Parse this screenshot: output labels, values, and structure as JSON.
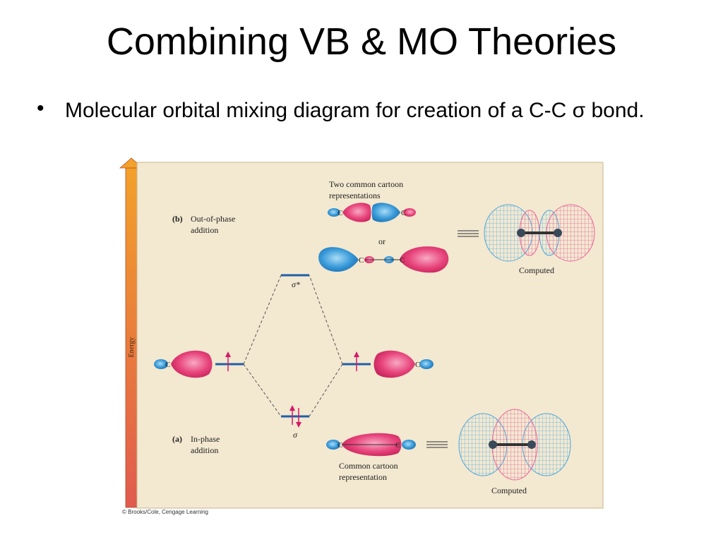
{
  "slide": {
    "title": "Combining VB & MO Theories",
    "bullet_symbol": "•",
    "bullet_text": "Molecular orbital mixing diagram for creation of a C-C σ bond."
  },
  "figure": {
    "energy_axis_label": "Energy",
    "part_b": {
      "letter": "(b)",
      "line1": "Out-of-phase",
      "line2": "addition"
    },
    "part_a": {
      "letter": "(a)",
      "line1": "In-phase",
      "line2": "addition"
    },
    "two_cartoon": {
      "line1": "Two common cartoon",
      "line2": "representations"
    },
    "or_label": "or",
    "common_cartoon": {
      "line1": "Common cartoon",
      "line2": "representation"
    },
    "computed_label": "Computed",
    "sigma_star_label": "σ*",
    "sigma_label": "σ",
    "atom_label": "C",
    "credit": "© Brooks/Cole, Cengage Learning"
  },
  "colors": {
    "panel_bg": "#f3e8d0",
    "panel_border": "#c9b48a",
    "positive_lobe": "#e8457c",
    "negative_lobe": "#3a9bd9",
    "energy_level": "#1f5fa8",
    "electron_arrow": "#d6186a",
    "axis_top": "#f2a12a",
    "axis_bottom": "#e05a4f"
  }
}
